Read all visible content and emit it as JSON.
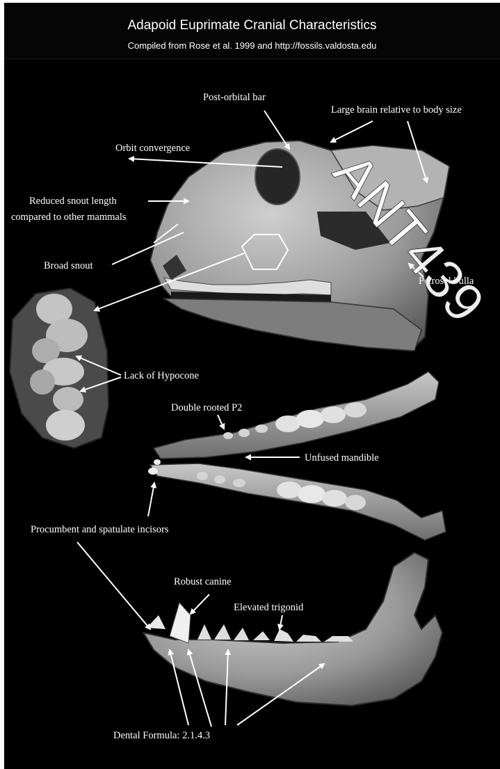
{
  "title": "Adapoid Euprimate Cranial Characteristics",
  "subtitle": "Compiled from Rose et al. 1999 and http://fossils.valdosta.edu",
  "labels": {
    "post_orbital_bar": "Post-orbital bar",
    "large_brain": "Large brain relative to body size",
    "orbit_convergence": "Orbit convergence",
    "reduced_snout_1": "Reduced snout length",
    "reduced_snout_2": "compared to other mammals",
    "broad_snout": "Broad snout",
    "petrosal_bulla": "Petrosal bulla",
    "lack_hypocone": "Lack of Hypocone",
    "double_rooted": "Double rooted P2",
    "unfused_mandible": "Unfused mandible",
    "procumbent": "Procumbent and spatulate incisors",
    "robust_canine": "Robust canine",
    "elevated_trigonid": "Elevated trigonid",
    "dental_formula": "Dental Formula: 2.1.4.3"
  },
  "watermark": "ANT439",
  "colors": {
    "background": "#000000",
    "text": "#ffffff",
    "bone": "#9a9a9a"
  }
}
